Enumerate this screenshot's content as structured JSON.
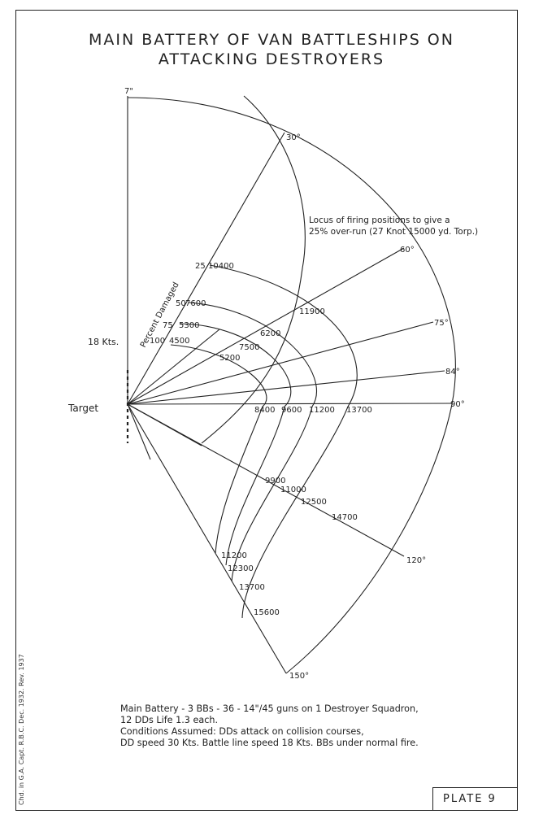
{
  "title": {
    "line1": "MAIN BATTERY OF VAN BATTLESHIPS ON",
    "line2": "ATTACKING DESTROYERS"
  },
  "left_labels": {
    "top_mark": "7\"",
    "speed": "18 Kts.",
    "target": "Target"
  },
  "percent_label": "Percent Damaged",
  "locus_label": {
    "line1": "Locus of firing positions to give a",
    "line2": "25% over-run (27 Knot 15000 yd. Torp.)"
  },
  "angle_labels": [
    "30°",
    "60°",
    "75°",
    "84°",
    "90°",
    "120°",
    "150°"
  ],
  "percent_values": [
    {
      "percent": "25",
      "yards": "10400"
    },
    {
      "percent": "50",
      "yards": "7600"
    },
    {
      "percent": "75",
      "yards": "5300"
    },
    {
      "percent": "100",
      "yards": "4500"
    }
  ],
  "ring_values": {
    "r60": "11900",
    "r75_inner": "6200",
    "r75_mid": "7500",
    "r84": "5200",
    "r90": [
      "8400",
      "9600",
      "11200",
      "13700"
    ],
    "r120": [
      "9900",
      "11000",
      "12500",
      "14700"
    ],
    "r150": [
      "11200",
      "12300",
      "13700",
      "15600"
    ]
  },
  "notes": {
    "line1": "Main Battery - 3 BBs - 36 - 14\"/45 guns on 1 Destroyer Squadron,",
    "line2": "12 DDs  Life 1.3 each.",
    "line3": "Conditions Assumed: DDs attack on collision courses,",
    "line4": "DD speed 30 Kts. Battle line speed 18 Kts. BBs under normal fire."
  },
  "plate": "PLATE 9",
  "credit": "Chd. in G.A. Capt. R.B.C. Dec. 1932. Rev. 1937"
}
